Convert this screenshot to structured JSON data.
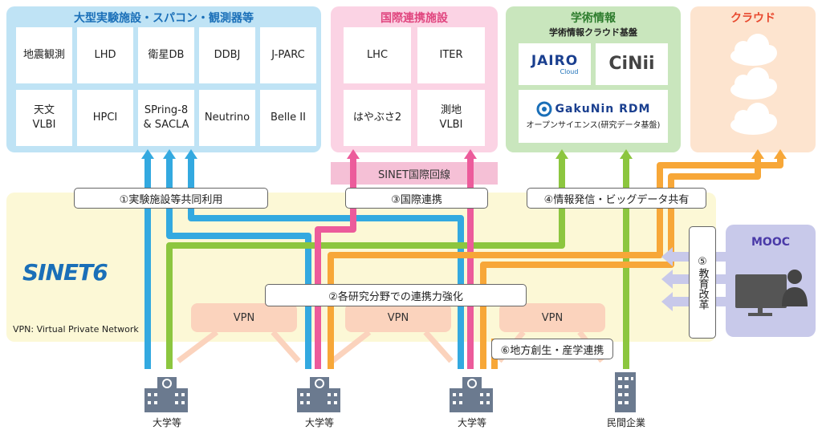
{
  "panels": {
    "facilities": {
      "title": "大型実験施設・スパコン・観測器等",
      "cells": [
        "地震観測",
        "LHD",
        "衛星DB",
        "DDBJ",
        "J-PARC",
        "天文\nVLBI",
        "HPCI",
        "SPring-8\n& SACLA",
        "Neutrino",
        "Belle II"
      ]
    },
    "international": {
      "title": "国際連携施設",
      "cells": [
        "LHC",
        "ITER",
        "はやぶさ2",
        "測地\nVLBI"
      ]
    },
    "academic": {
      "title": "学術情報",
      "subtitle": "学術情報クラウド基盤",
      "jairo": "JAIRO",
      "jairo_sub": "Cloud",
      "cinii": "CiNii",
      "gakunin": "GakuNin RDM",
      "gakunin_sub": "オープンサイエンス(研究データ基盤)"
    },
    "cloud": {
      "title": "クラウド"
    },
    "mooc": {
      "title": "MOOC"
    }
  },
  "sinet_intl_line": "SINET国際回線",
  "sinet_logo": "SINET6",
  "vpn_note": "VPN: Virtual Private Network",
  "pills": {
    "p1": "①実験施設等共同利用",
    "p2": "②各研究分野での連携力強化",
    "p3": "③国際連携",
    "p4": "④情報発信・ビッグデータ共有",
    "p5": "⑤教育改革",
    "p6": "⑥地方創生・産学連携"
  },
  "vpn_labels": [
    "VPN",
    "VPN",
    "VPN"
  ],
  "sites": [
    "大学等",
    "大学等",
    "大学等",
    "民間企業"
  ],
  "colors": {
    "blue": "#33a9e0",
    "green": "#8cc63f",
    "pink": "#ec5b9b",
    "orange": "#f7a738",
    "lavender": "#b3b6e3"
  }
}
